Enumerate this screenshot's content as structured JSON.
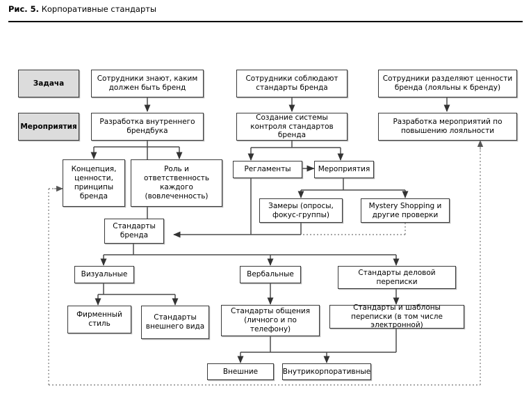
{
  "caption": {
    "label": "Рис. 5.",
    "title": "Корпоративные стандарты"
  },
  "diagram": {
    "row_labels": [
      {
        "id": "task",
        "label": "Задача"
      },
      {
        "id": "activities",
        "label": "Мероприятия"
      }
    ],
    "nodes": [
      {
        "id": "n1",
        "label": "Сотрудники знают, каким должен быть бренд"
      },
      {
        "id": "n2",
        "label": "Сотрудники соблюдают стандарты бренда"
      },
      {
        "id": "n3",
        "label": "Сотрудники разделяют ценности бренда (лояльны к бренду)"
      },
      {
        "id": "n4",
        "label": "Разработка внутреннего брендбука"
      },
      {
        "id": "n5",
        "label": "Создание системы контроля стандартов бренда"
      },
      {
        "id": "n6",
        "label": "Разработка мероприятий по повышению лояльности"
      },
      {
        "id": "n7",
        "label": "Концепция, ценности, принципы бренда"
      },
      {
        "id": "n8",
        "label": "Роль и ответственность каждого (вовлеченность)"
      },
      {
        "id": "n9",
        "label": "Регламенты"
      },
      {
        "id": "n10",
        "label": "Мероприятия"
      },
      {
        "id": "n11",
        "label": "Замеры (опросы, фокус-группы)"
      },
      {
        "id": "n12",
        "label": "Mystery Shopping и другие проверки"
      },
      {
        "id": "n13",
        "label": "Стандарты бренда"
      },
      {
        "id": "n14",
        "label": "Визуальные"
      },
      {
        "id": "n15",
        "label": "Вербальные"
      },
      {
        "id": "n16",
        "label": "Стандарты деловой переписки"
      },
      {
        "id": "n17",
        "label": "Фирменный стиль"
      },
      {
        "id": "n18",
        "label": "Стандарты внешнего вида"
      },
      {
        "id": "n19",
        "label": "Стандарты общения (личного и по телефону)"
      },
      {
        "id": "n20",
        "label": "Стандарты и шаблоны переписки (в том числе электронной)"
      },
      {
        "id": "n21",
        "label": "Внешние"
      },
      {
        "id": "n22",
        "label": "Внутрикорпоративные"
      }
    ],
    "colors": {
      "box_border": "#3a3a3a",
      "box_fill": "#ffffff",
      "label_fill": "#dcdcdc",
      "connector": "#4a4a4a",
      "feedback_connector": "#8a8a8a",
      "rule": "#000000"
    }
  }
}
